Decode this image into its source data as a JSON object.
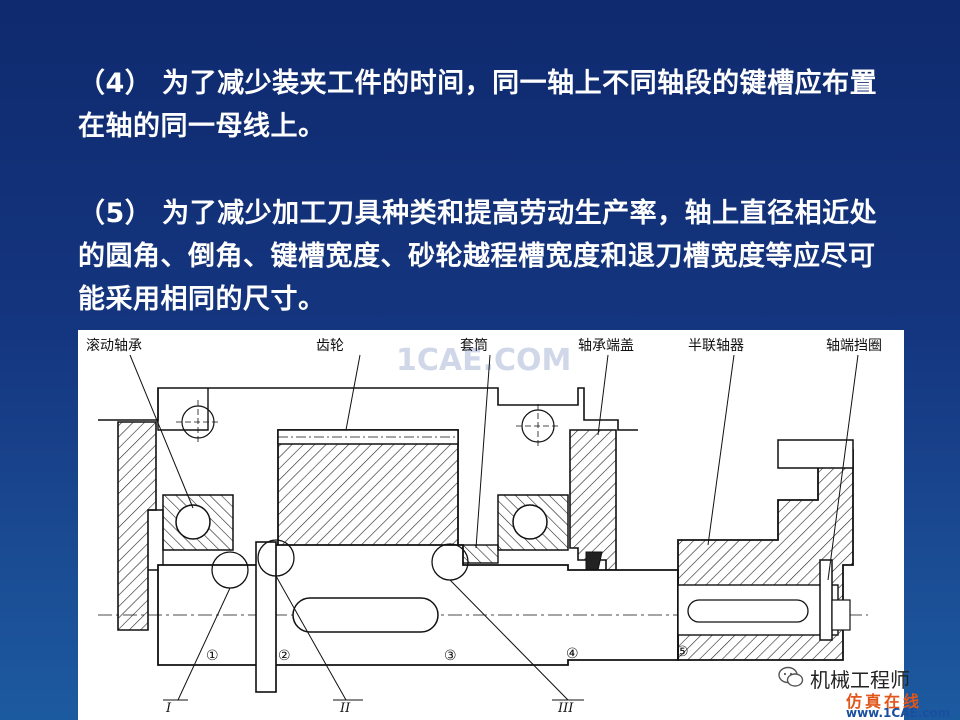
{
  "bullets": {
    "p4": "（4） 为了减少装夹工件的时间，同一轴上不同轴段的键槽应布置在轴的同一母线上。",
    "p5": "（5） 为了减少加工刀具种类和提高劳动生产率，轴上直径相近处的圆角、倒角、键槽宽度、砂轮越程槽宽度和退刀槽宽度等应尽可能采用相同的尺寸。"
  },
  "figure": {
    "labels": {
      "bearing": "滚动轴承",
      "gear": "齿轮",
      "sleeve": "套筒",
      "bearing_cover": "轴承端盖",
      "coupling": "半联轴器",
      "end_plate": "轴端挡圈"
    },
    "numbers": [
      "①",
      "②",
      "③",
      "④",
      "⑤"
    ],
    "romans": [
      "I",
      "II",
      "III"
    ],
    "watermark": "1CAE.COM"
  },
  "logo": {
    "name": "机械工程师",
    "sub": "仿真在线",
    "url": "www.1CAE.com"
  },
  "colors": {
    "background": "#14357f",
    "text": "#ffffff",
    "figure_bg": "#ffffff"
  }
}
